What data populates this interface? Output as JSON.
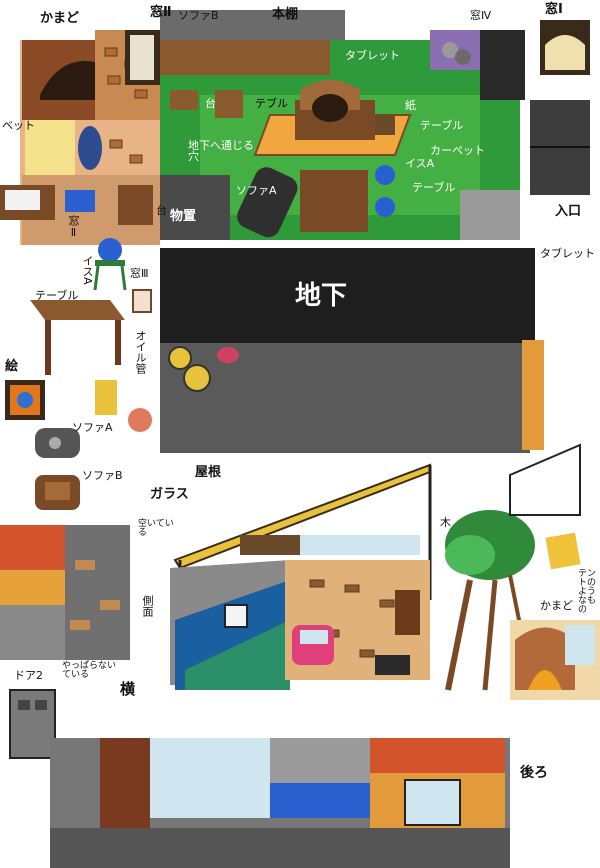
{
  "floorplan": {
    "kamado": "かまど",
    "window_2": "窓Ⅱ",
    "sofa_b_top": "ソファB",
    "bookshelf": "本棚",
    "window_1_top": "窓Ⅰ",
    "window_4": "窓Ⅳ",
    "tablet_top": "タブレット",
    "table_center": "テブル",
    "stand": "台",
    "basement_entrance": "地下へ通じる穴",
    "paper": "紙",
    "table_right": "テーブル",
    "carpet": "カーペット",
    "chair_a": "イスA",
    "table_lower": "テーブル",
    "sofa_a_top": "ソファA",
    "storage": "物置",
    "entrance": "入口",
    "bed": "ベット",
    "window_2b": "窓Ⅱ",
    "stand_small": "台",
    "chair_a_side": "イスA",
    "window_3": "窓Ⅲ",
    "tablet_side": "タブレット",
    "basement": "地下",
    "table_items": "テーブル",
    "oil_lamp": "オイル管",
    "painting": "絵",
    "sofa_a": "ソファA",
    "sofa_b": "ソファB"
  },
  "house_3d": {
    "glass": "ガラス",
    "roof": "屋根",
    "opening_note": "空いている",
    "side": "側面",
    "tree": "木",
    "tent_note": "テントのようなもの",
    "kamado_view": "かまど",
    "door_2": "ドア2",
    "not_open_note": "やっぱらないている",
    "side_label": "横",
    "back_label": "後ろ"
  },
  "palette": {
    "wood": "#7a4a26",
    "grass": "#2f9a3a",
    "dark": "#2a2a2a",
    "gray": "#8d8d8d",
    "orange": "#e39a3b",
    "red": "#c9542f",
    "yellow": "#e8c23a",
    "blue": "#2a5fd0",
    "sky": "#bfe3f5"
  }
}
